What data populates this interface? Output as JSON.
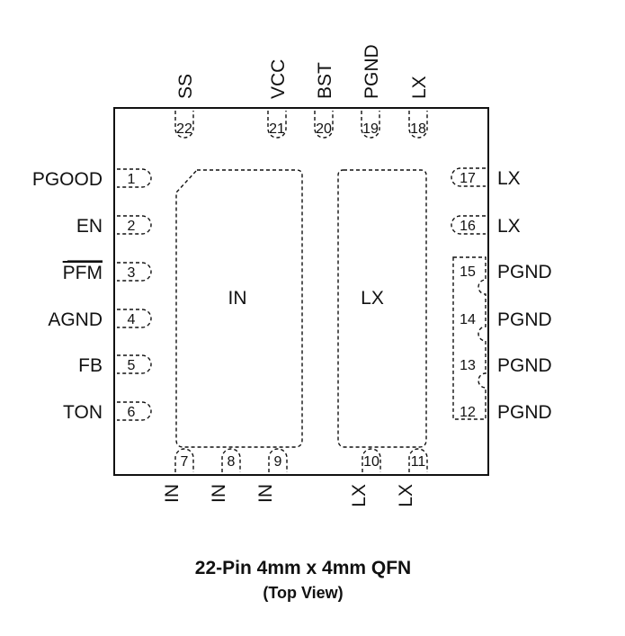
{
  "package": {
    "title": "22-Pin 4mm x 4mm QFN",
    "subtitle": "(Top View)",
    "pads": {
      "left": "IN",
      "right": "LX"
    }
  },
  "pins": {
    "left": [
      {
        "num": "1",
        "name": "PGOOD",
        "overline": false
      },
      {
        "num": "2",
        "name": "EN",
        "overline": false
      },
      {
        "num": "3",
        "name": "PFM",
        "overline": true
      },
      {
        "num": "4",
        "name": "AGND",
        "overline": false
      },
      {
        "num": "5",
        "name": "FB",
        "overline": false
      },
      {
        "num": "6",
        "name": "TON",
        "overline": false
      }
    ],
    "bottom": [
      {
        "num": "7",
        "name": "IN"
      },
      {
        "num": "8",
        "name": "IN"
      },
      {
        "num": "9",
        "name": "IN"
      },
      {
        "num": "10",
        "name": "LX"
      },
      {
        "num": "11",
        "name": "LX"
      }
    ],
    "right": [
      {
        "num": "12",
        "name": "PGND"
      },
      {
        "num": "13",
        "name": "PGND"
      },
      {
        "num": "14",
        "name": "PGND"
      },
      {
        "num": "15",
        "name": "PGND"
      },
      {
        "num": "16",
        "name": "LX"
      },
      {
        "num": "17",
        "name": "LX"
      }
    ],
    "top": [
      {
        "num": "18",
        "name": "LX"
      },
      {
        "num": "19",
        "name": "PGND"
      },
      {
        "num": "20",
        "name": "BST"
      },
      {
        "num": "21",
        "name": "VCC"
      },
      {
        "num": "22",
        "name": "SS"
      }
    ]
  }
}
